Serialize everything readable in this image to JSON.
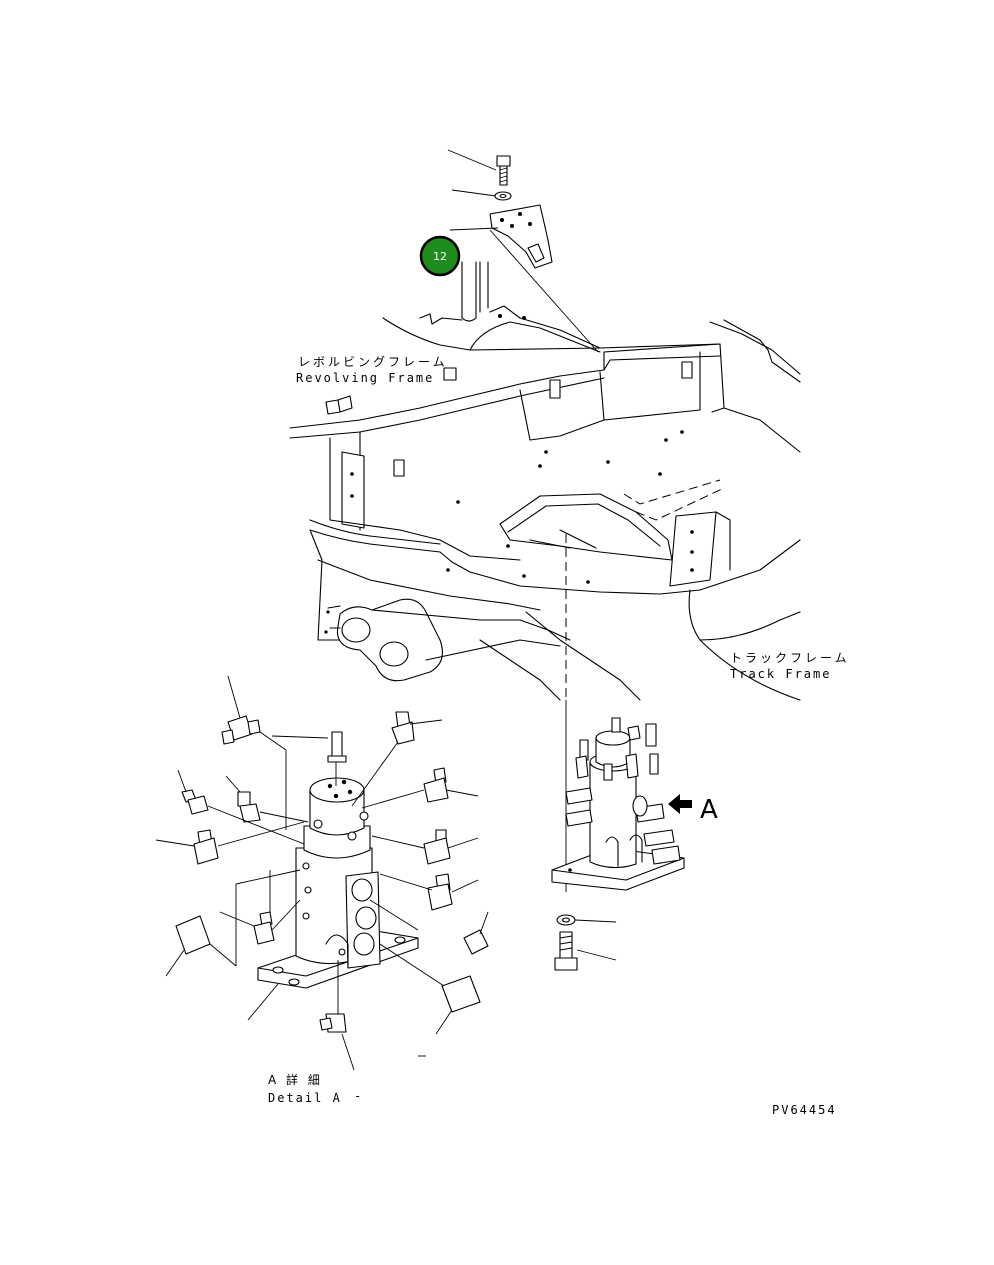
{
  "labels": {
    "revolving_frame_jp": "レボルビングフレーム",
    "revolving_frame_en": "Revolving Frame",
    "track_frame_jp": "トラックフレーム",
    "track_frame_en": "Track Frame",
    "view_arrow": "A",
    "detail_jp": "A 詳 細",
    "detail_en": "Detail A",
    "detail_dash": "-",
    "figure_code": "PV64454"
  },
  "callouts": [
    {
      "number": "12",
      "color": "#1e8c1e",
      "border": "#000000"
    }
  ],
  "colors": {
    "line": "#000000",
    "background": "#ffffff"
  }
}
